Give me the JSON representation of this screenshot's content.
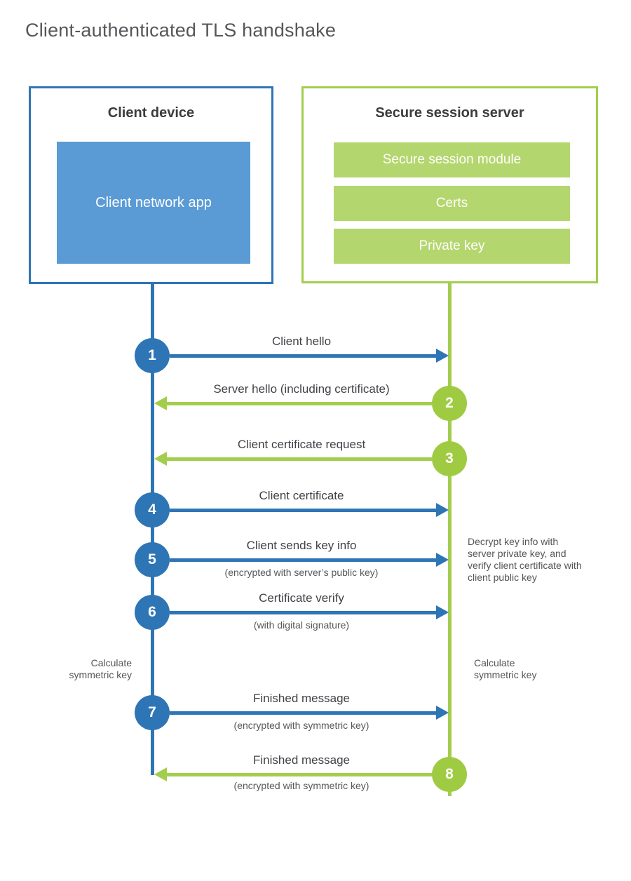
{
  "title": "Client-authenticated TLS handshake",
  "colors": {
    "blue_accent": "#2e75b6",
    "blue_fill": "#5b9bd5",
    "green_accent": "#a3ce4d",
    "green_fill": "#b4d66e"
  },
  "client": {
    "heading": "Client device",
    "app_label": "Client network app"
  },
  "server": {
    "heading": "Secure session server",
    "modules": [
      "Secure session module",
      "Certs",
      "Private key"
    ]
  },
  "steps": [
    {
      "num": "1",
      "label": "Client hello",
      "sub": "",
      "from": "client",
      "color": "blue"
    },
    {
      "num": "2",
      "label": "Server hello (including certificate)",
      "sub": "",
      "from": "server",
      "color": "green"
    },
    {
      "num": "3",
      "label": "Client certificate request",
      "sub": "",
      "from": "server",
      "color": "green"
    },
    {
      "num": "4",
      "label": "Client certificate",
      "sub": "",
      "from": "client",
      "color": "blue"
    },
    {
      "num": "5",
      "label": "Client sends key info",
      "sub": "(encrypted with server’s public key)",
      "from": "client",
      "color": "blue"
    },
    {
      "num": "6",
      "label": "Certificate verify",
      "sub": "(with digital signature)",
      "from": "client",
      "color": "blue"
    },
    {
      "num": "7",
      "label": "Finished message",
      "sub": "(encrypted with symmetric key)",
      "from": "client",
      "color": "blue"
    },
    {
      "num": "8",
      "label": "Finished message",
      "sub": "(encrypted with symmetric key)",
      "from": "server",
      "color": "green"
    }
  ],
  "notes": {
    "decrypt": "Decrypt key info with server private key, and verify client certificate with client public key",
    "calc_left": "Calculate\nsymmetric key",
    "calc_right": "Calculate\nsymmetric key"
  }
}
